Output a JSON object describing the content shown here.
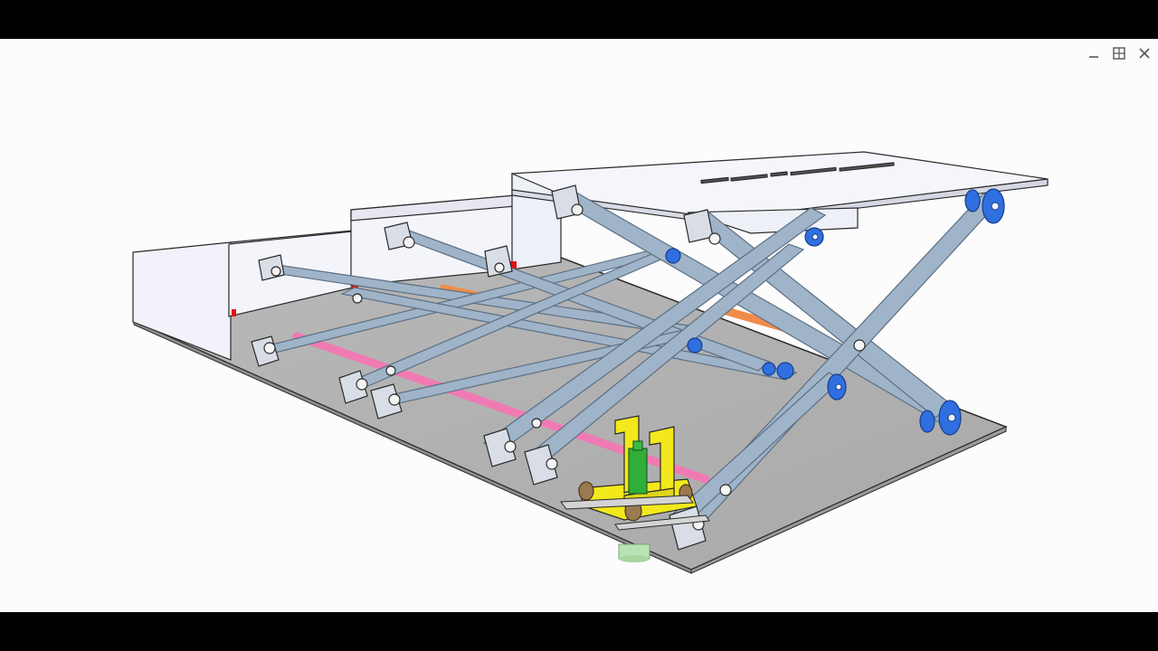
{
  "window": {
    "controls": [
      {
        "name": "minimize",
        "icon": "minimize-icon"
      },
      {
        "name": "maximize",
        "icon": "maximize-icon"
      },
      {
        "name": "close",
        "icon": "close-icon"
      }
    ]
  },
  "scene": {
    "description_icon": "scissor-lift-3d-model",
    "colors": {
      "background": "#fcfcfd",
      "base_plate": "#b4b4b4",
      "arms": "#9fb4c8",
      "rollers": "#2f6fe0",
      "rod_pink": "#f07ab4",
      "rod_orange": "#f08c4a",
      "slider": "#f2e81c",
      "motor": "#2fae3a",
      "platform": "#f3f4fb",
      "edge": "#2a2a2a"
    }
  }
}
